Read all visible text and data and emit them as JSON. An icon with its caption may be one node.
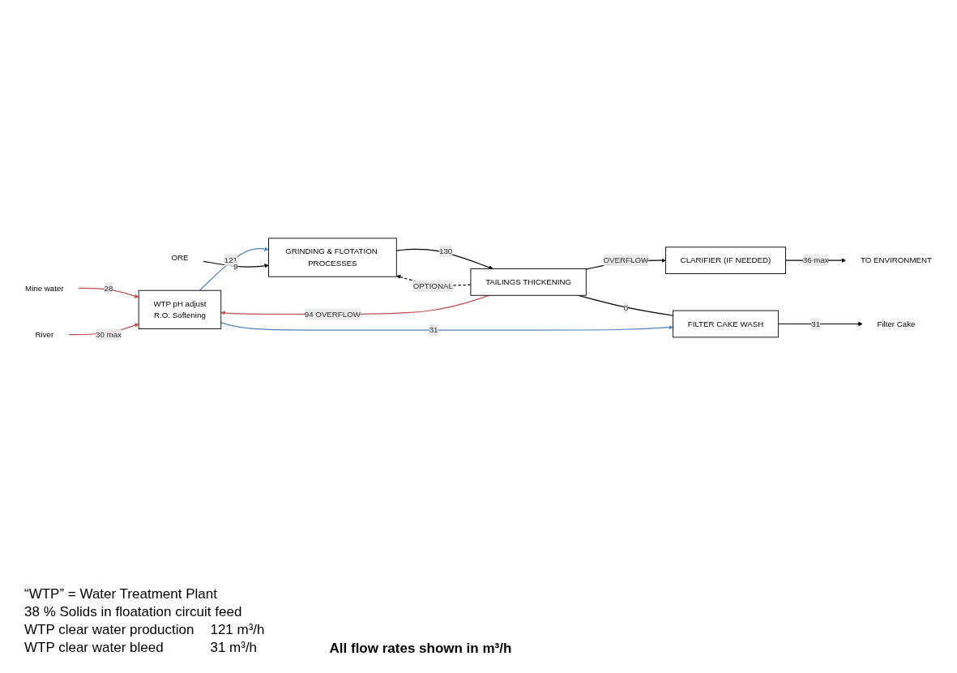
{
  "diagram": {
    "nodes": [
      {
        "text": [
          "Mine water"
        ]
      },
      {
        "text": [
          "River"
        ]
      },
      {
        "text": [
          "WTP pH adjust",
          "R.O. Softening"
        ]
      },
      {
        "text": [
          "ORE"
        ]
      },
      {
        "text": [
          "GRINDING & FLOTATION PROCESSES"
        ]
      },
      {
        "text": [
          "TAILINGS THICKENING"
        ]
      },
      {
        "text": [
          "CLARIFIER (IF NEEDED)"
        ]
      },
      {
        "text": [
          "FILTER CAKE WASH"
        ]
      },
      {
        "text": [
          "TO ENVIRONMENT"
        ]
      },
      {
        "text": [
          "Filter Cake"
        ]
      }
    ],
    "edges": [
      {
        "from": 0,
        "to": 2,
        "arrow": "to",
        "label": "28",
        "color": "#c0504d"
      },
      {
        "from": 1,
        "to": 2,
        "arrow": "to",
        "label": "30 max",
        "color": "#c0504d"
      },
      {
        "from": 2,
        "to": 4,
        "arrow": "to",
        "label": "121",
        "color": "#4f81bd"
      },
      {
        "from": 3,
        "to": 4,
        "arrow": "to",
        "label": "9"
      },
      {
        "from": 4,
        "to": 5,
        "arrow": "to",
        "label": "130"
      },
      {
        "from": 5,
        "to": 4,
        "arrow": "to",
        "label": "OPTIONAL",
        "style": "dashed"
      },
      {
        "from": 5,
        "to": 2,
        "arrow": "to",
        "label": "94 OVERFLOW",
        "color": "#c0504d"
      },
      {
        "from": 5,
        "to": 6,
        "arrow": "to",
        "label": "OVERFLOW"
      },
      {
        "from": 5,
        "to": 7,
        "arrow": "none",
        "label": "0"
      },
      {
        "from": 2,
        "to": 7,
        "arrow": "to",
        "label": "31",
        "color": "#4f81bd"
      },
      {
        "from": 7,
        "to": 9,
        "arrow": "to",
        "label": "31"
      },
      {
        "from": 6,
        "to": 8,
        "arrow": "to",
        "label": "36 max"
      }
    ],
    "labels": [
      "“WTP” = Water Treatment Plant",
      "38 % Solids in floatation circuit feed",
      "WTP clear water production",
      "121 m³/h",
      "WTP clear water bleed",
      "31 m³/h",
      "All flow rates shown in m³/h"
    ]
  }
}
